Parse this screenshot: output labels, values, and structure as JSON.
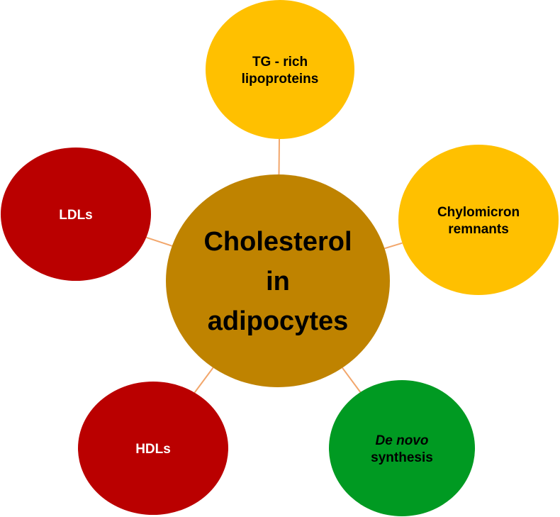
{
  "center": {
    "lines": [
      "Cholesterol",
      "in",
      "adipocytes"
    ],
    "fill": "#BF8300",
    "text_color": "#000000"
  },
  "connector_color": "#F2A66B",
  "nodes": [
    {
      "id": "tg-rich-lipoproteins",
      "lines": [
        "TG - rich",
        "lipoproteins"
      ],
      "fill": "#FFC000",
      "text_color": "#000000"
    },
    {
      "id": "chylomicron-remnants",
      "lines": [
        "Chylomicron",
        "remnants"
      ],
      "fill": "#FFC000",
      "text_color": "#000000"
    },
    {
      "id": "de-novo-synthesis",
      "lines": [
        "De novo",
        "synthesis"
      ],
      "italic_line": 0,
      "fill": "#009A22",
      "text_color": "#000000"
    },
    {
      "id": "hdls",
      "lines": [
        "HDLs"
      ],
      "fill": "#BA0000",
      "text_color": "#FFFFFF"
    },
    {
      "id": "ldls",
      "lines": [
        "LDLs"
      ],
      "fill": "#BA0000",
      "text_color": "#FFFFFF"
    }
  ]
}
